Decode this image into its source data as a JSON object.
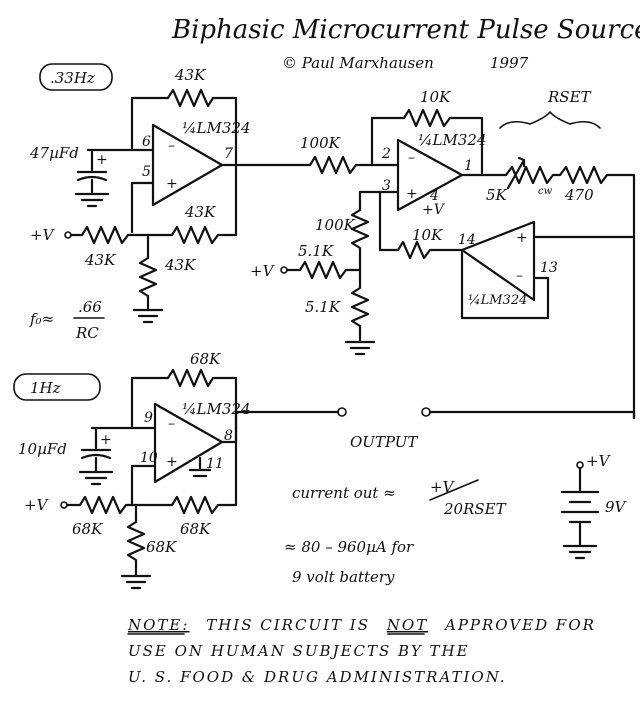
{
  "title": "Biphasic Microcurrent Pulse Source",
  "credit": "© Paul Marxhausen",
  "year": "1997",
  "osc1": {
    "freq": ".33Hz",
    "cap": "47µFd",
    "opamp": "¼LM324",
    "pins": {
      "inv": "6",
      "noninv": "5",
      "out": "7"
    },
    "r_feedback": "43K",
    "r_pos_fb": "43K",
    "r_bias_supply": "43K",
    "r_bias_ground": "43K",
    "supply": "+V"
  },
  "formula": {
    "prefix": "f₀≈",
    "num": ".66",
    "den": "RC"
  },
  "osc2": {
    "freq": "1Hz",
    "cap": "10µFd",
    "opamp": "¼LM324",
    "pins": {
      "inv": "9",
      "noninv": "10",
      "out": "8",
      "extra": "11"
    },
    "r_feedback": "68K",
    "r_pos_fb": "68K",
    "r_bias_supply": "68K",
    "r_bias_ground": "68K",
    "supply": "+V"
  },
  "output_stage": {
    "r_input": "100K",
    "r_feedback": "10K",
    "opamp_main": "¼LM324",
    "pins_main": {
      "inv": "2",
      "noninv": "3",
      "out": "1",
      "gnd": "4",
      "vplus": "+V"
    },
    "r_div_top": "100K",
    "r_supply": "5.1K",
    "r_ground": "5.1K",
    "supply": "+V",
    "r_buffer_fb": "10K",
    "opamp_buffer": "¼LM324",
    "pins_buffer": {
      "out": "14",
      "inv": "13"
    },
    "rset_label": "RSET",
    "pot": "5K",
    "pot_cw": "cw",
    "r_series": "470"
  },
  "output_label": "OUTPUT",
  "battery": {
    "supply": "+V",
    "voltage": "9V"
  },
  "current_formula": {
    "prefix": "current out ≈",
    "num": "+V",
    "den": "20RSET"
  },
  "range": "≈ 80 – 960µA  for",
  "battery_note": "9 volt battery",
  "note": {
    "label": "NOTE:",
    "line1_a": "THIS CIRCUIT IS",
    "line1_not": "NOT",
    "line1_b": "APPROVED FOR",
    "line2": "USE ON HUMAN SUBJECTS BY THE",
    "line3": "U. S. FOOD & DRUG ADMINISTRATION."
  }
}
